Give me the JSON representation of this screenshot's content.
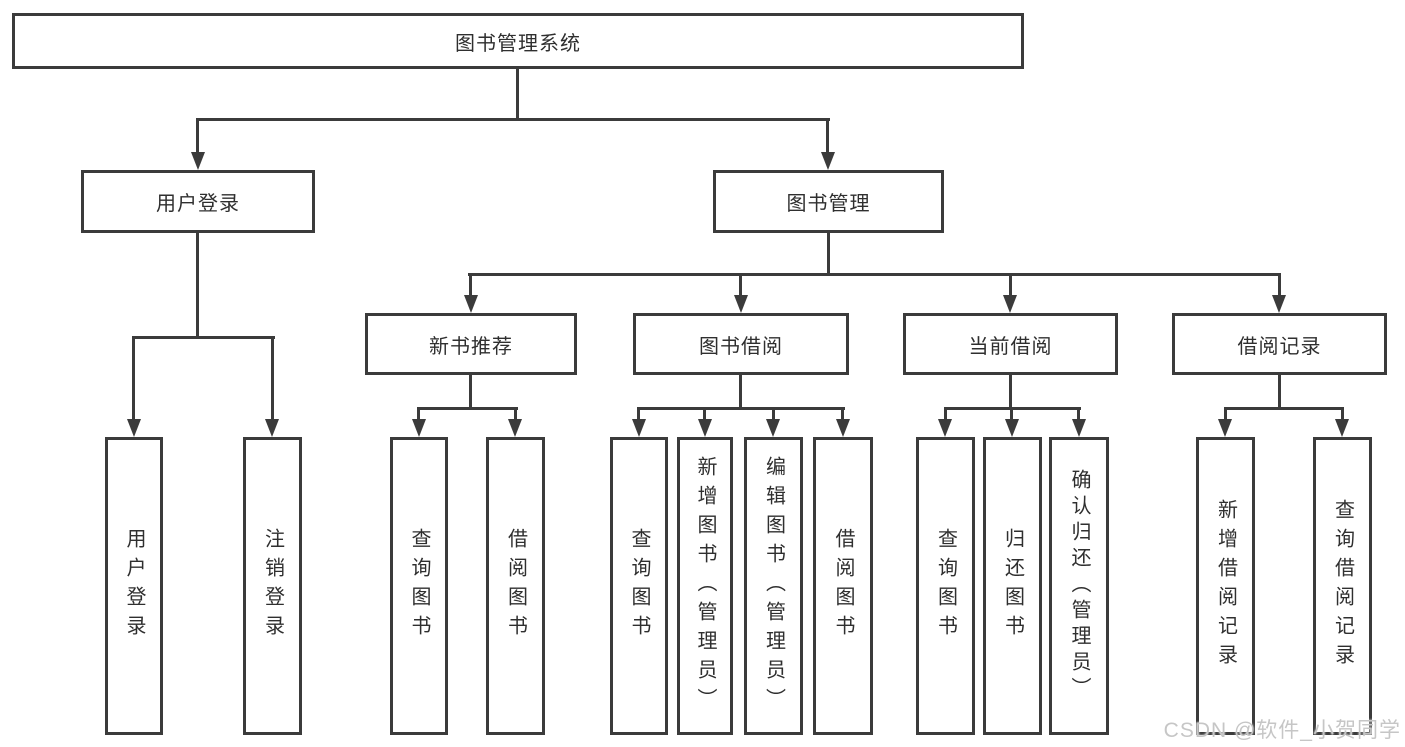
{
  "nodes": {
    "root": "图书管理系统",
    "user_login": "用户登录",
    "book_mgmt": "图书管理",
    "new_book_rec": "新书推荐",
    "book_borrow": "图书借阅",
    "current_borrow": "当前借阅",
    "borrow_record": "借阅记录"
  },
  "leaves": {
    "user_login": "用户登录",
    "logout": "注销登录",
    "nb_query": "查询图书",
    "nb_borrow": "借阅图书",
    "bb_query": "查询图书",
    "bb_add": "新增图书（管理员）",
    "bb_edit": "编辑图书（管理员）",
    "bb_borrow": "借阅图书",
    "cb_query": "查询图书",
    "cb_return": "归还图书",
    "cb_confirm": "确认归还（管理员）",
    "br_add": "新增借阅记录",
    "br_query": "查询借阅记录"
  },
  "watermark": "CSDN @软件_小贺同学",
  "colors": {
    "line": "#3b3b3b",
    "text": "#2f2f2f",
    "watermark": "#c6c6c6",
    "background": "#ffffff"
  }
}
